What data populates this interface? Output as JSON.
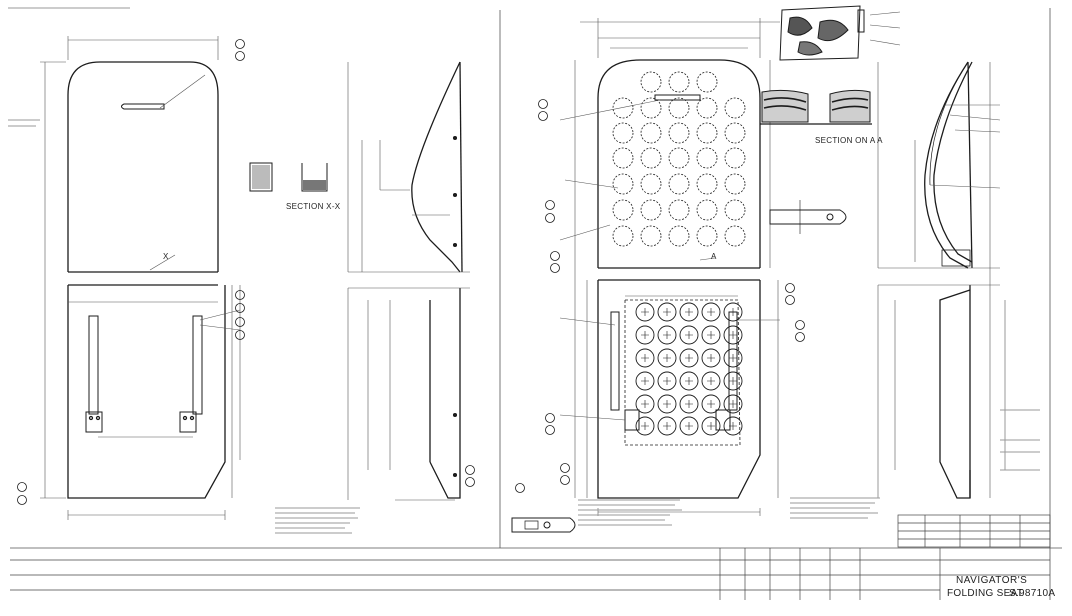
{
  "title_block": {
    "title_line1": "NAVIGATOR'S",
    "title_line2": "FOLDING SEAT",
    "drawing_no": "S.98710A"
  },
  "views": {
    "section_xx": "SECTION X-X",
    "section_aa": "SECTION ON A A",
    "section_marker": "A",
    "zone_marker": "X"
  },
  "colors": {
    "ink": "#1c1c1c",
    "paper": "#ffffff",
    "faint": "#8a8a8a"
  }
}
